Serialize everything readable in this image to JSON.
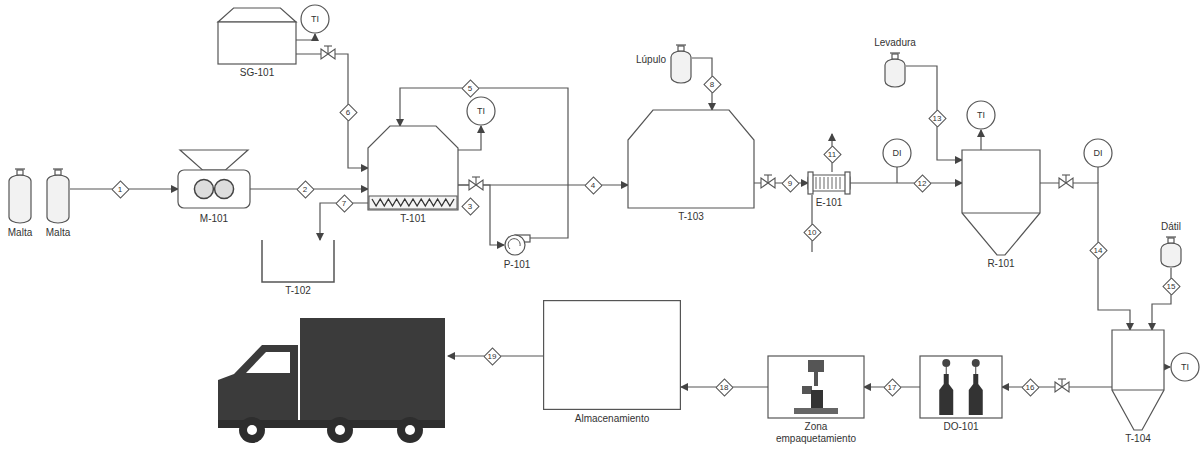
{
  "diagram": {
    "nodes": [
      {
        "text": [
          "Malta"
        ]
      },
      {
        "text": [
          "Malta"
        ]
      },
      {
        "text": [
          "M-101"
        ]
      },
      {
        "text": [
          "SG-101"
        ]
      },
      {
        "text": [
          "TI"
        ]
      },
      {
        "text": [
          "T-101"
        ]
      },
      {
        "text": [
          "TI"
        ]
      },
      {
        "text": [
          "T-102"
        ]
      },
      {
        "text": [
          "P-101"
        ]
      },
      {
        "text": [
          "Lúpulo"
        ]
      },
      {
        "text": [
          "T-103"
        ]
      },
      {
        "text": [
          "E-101"
        ]
      },
      {
        "text": [
          "DI"
        ]
      },
      {
        "text": [
          "Levadura"
        ]
      },
      {
        "text": [
          "R-101"
        ]
      },
      {
        "text": [
          "TI"
        ]
      },
      {
        "text": [
          "DI"
        ]
      },
      {
        "text": [
          "Dátil"
        ]
      },
      {
        "text": [
          "T-104"
        ]
      },
      {
        "text": [
          "TI"
        ]
      },
      {
        "text": [
          "DO-101"
        ]
      },
      {
        "text": [
          "Zona empaquetamiento"
        ]
      },
      {
        "text": [
          "Almacenamiento"
        ]
      }
    ],
    "edges": [
      {
        "from": 1,
        "to": 2,
        "arrow": "to",
        "label": "1"
      },
      {
        "from": 2,
        "to": 5,
        "arrow": "to",
        "label": "2"
      },
      {
        "from": 3,
        "to": 5,
        "arrow": "to",
        "label": "6"
      },
      {
        "from": 3,
        "to": 4,
        "arrow": "to"
      },
      {
        "from": 5,
        "to": 6,
        "arrow": "to"
      },
      {
        "from": 5,
        "to": 7,
        "arrow": "to",
        "label": "7"
      },
      {
        "from": 5,
        "to": 10,
        "arrow": "to",
        "label": "4"
      },
      {
        "from": 5,
        "to": 8,
        "arrow": "to"
      },
      {
        "from": 8,
        "to": 5,
        "arrow": "to",
        "label": "5"
      },
      {
        "from": 9,
        "to": 10,
        "arrow": "to",
        "label": "8"
      },
      {
        "from": 10,
        "to": 11,
        "arrow": "to",
        "label": "9"
      },
      {
        "from": 11,
        "to": 14,
        "arrow": "to",
        "label": "12"
      },
      {
        "from": 13,
        "to": 14,
        "arrow": "to",
        "label": "13"
      },
      {
        "from": 14,
        "to": 15,
        "arrow": "to"
      },
      {
        "from": 14,
        "to": 18,
        "arrow": "to",
        "label": "14"
      },
      {
        "from": 17,
        "to": 18,
        "arrow": "to",
        "label": "15"
      },
      {
        "from": 18,
        "to": 19,
        "arrow": "to"
      },
      {
        "from": 18,
        "to": 20,
        "arrow": "to",
        "label": "16"
      },
      {
        "from": 20,
        "to": 21,
        "arrow": "to",
        "label": "17"
      },
      {
        "from": 21,
        "to": 22,
        "arrow": "to",
        "label": "18"
      }
    ],
    "labels": [
      "3",
      "10",
      "11",
      "19"
    ]
  }
}
